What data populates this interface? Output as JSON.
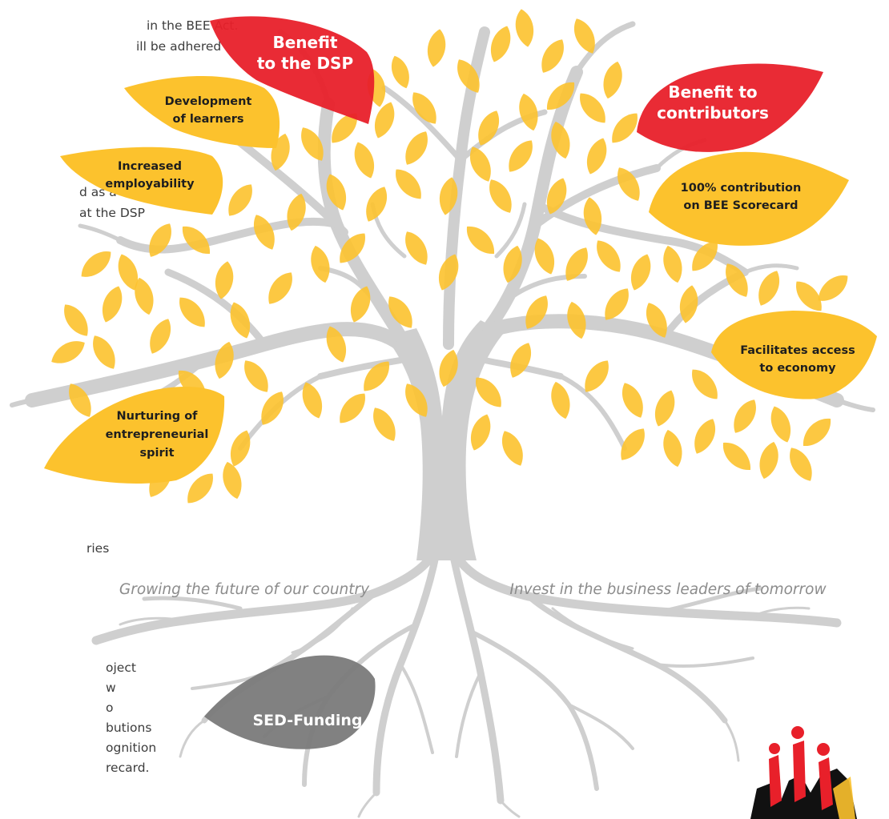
{
  "side_text": [
    "in the BEE Act.",
    "ill be adhered",
    "d as a",
    "at the DSP",
    "ries",
    "oject",
    "w",
    "o",
    "butions",
    "ognition",
    "recard."
  ],
  "leaves": {
    "benefit_dsp": [
      "Benefit",
      "to the DSP"
    ],
    "benefit_contributors": [
      "Benefit to",
      "contributors"
    ],
    "development_learners": [
      "Development",
      "of learners"
    ],
    "increased_employability": [
      "Increased",
      "employability"
    ],
    "contribution_scorecard": [
      "100% contribution",
      "on BEE Scorecard"
    ],
    "facilitates_access": [
      "Facilitates access",
      "to economy"
    ],
    "nurturing_spirit": [
      "Nurturing of",
      "entrepreneurial",
      "spirit"
    ],
    "sed_funding": [
      "SED-Funding"
    ]
  },
  "taglines": {
    "left": "Growing the future of our country",
    "right": "Invest in the business leaders of tomorrow"
  },
  "colors": {
    "leaf_yellow": "#fcc22d",
    "leaf_red": "#e8202a",
    "leaf_grey": "#7a7a7a",
    "tree_grey": "#cfcfcf",
    "logo_black": "#111111"
  }
}
